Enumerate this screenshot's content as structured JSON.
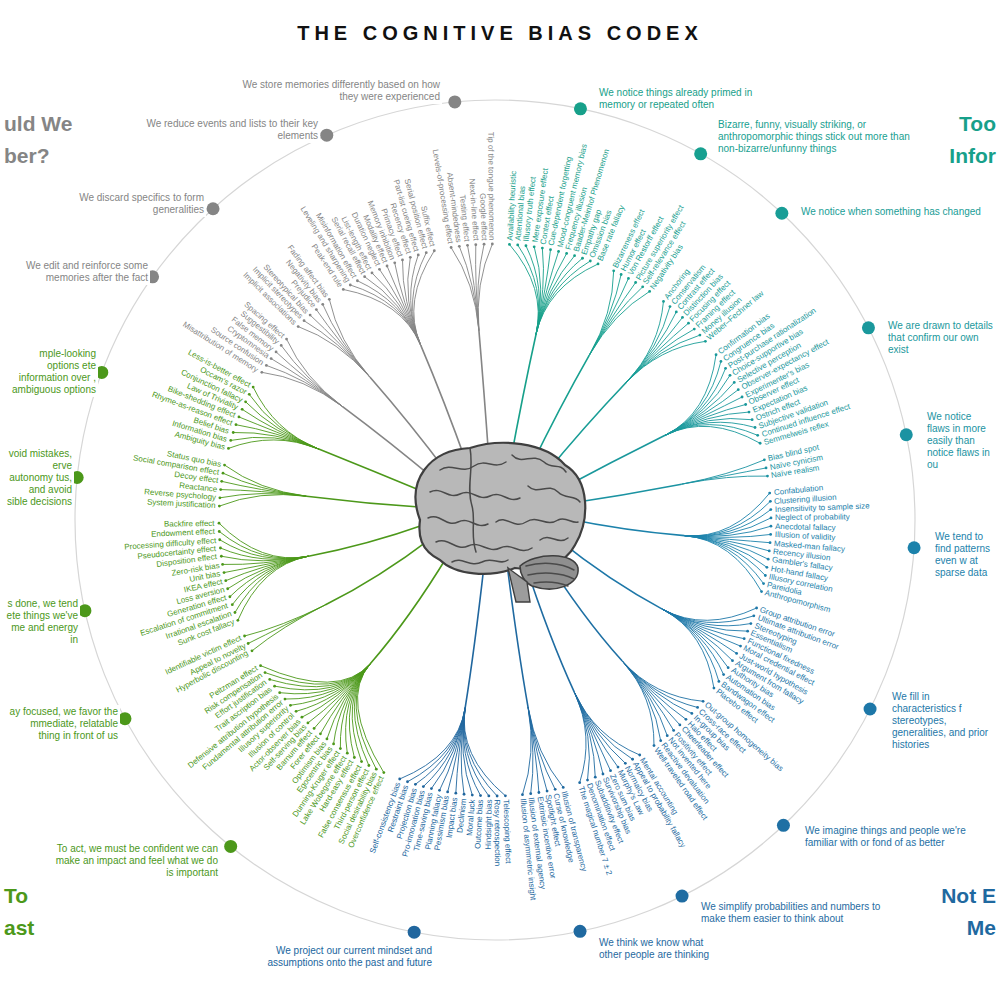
{
  "diagram": {
    "title": "THE COGNITIVE BIAS CODEX",
    "nodes": [
      {
        "text": [
          "We notice things already primed in memory or repeated often"
        ]
      },
      {
        "text": [
          "Bizarre, funny, visually striking, or anthropomorphic things stick out more than non-bizarre/unfunny things"
        ]
      },
      {
        "text": [
          "We notice when something has changed"
        ]
      },
      {
        "text": [
          "We are drawn to details that confirm our own exist"
        ]
      },
      {
        "text": [
          "We notice flaws in more easily than notice flaws in ou"
        ]
      },
      {
        "text": [
          "We tend to find patterns even w at sparse data"
        ]
      },
      {
        "text": [
          "We fill in characteristics f stereotypes, generalities, and prior histories"
        ]
      },
      {
        "text": [
          "We imagine things and people we're familiar with or fond of as better"
        ]
      },
      {
        "text": [
          "We simplify probabilities and numbers to make them easier to think about"
        ]
      },
      {
        "text": [
          "We think we know what other people are thinking"
        ]
      },
      {
        "text": [
          "We project our current mindset and assumptions onto the past and future"
        ]
      },
      {
        "text": [
          "To act, we must be confident we can make an impact and feel what we do is important"
        ]
      },
      {
        "text": [
          "ay focused, we favor the mmediate, relatable thing in front of us"
        ]
      },
      {
        "text": [
          "s done, we tend ete things we've me and energy in"
        ]
      },
      {
        "text": [
          "void mistakes, erve autonomy tus, and avoid sible decisions"
        ]
      },
      {
        "text": [
          "mple-looking options ete information over , ambiguous options"
        ]
      },
      {
        "text": [
          "We edit and reinforce some memories after the fact"
        ]
      },
      {
        "text": [
          "We discard specifics to form generalities"
        ]
      },
      {
        "text": [
          "We reduce events and lists to their key elements"
        ]
      },
      {
        "text": [
          "We store memories differently based on how they were experienced"
        ]
      }
    ],
    "labels": [
      "Too Infor",
      "Not E Me",
      "To ast",
      "uld We ber?",
      "Availability heuristic",
      "Attentional bias",
      "Illusory truth effect",
      "Mere exposure effect",
      "Context effect",
      "Cue-dependent forgetting",
      "Mood-congruent memory bias",
      "Frequency illusion",
      "Baader-Meinhof Phenomenon",
      "Empathy gap",
      "Omission bias",
      "Base rate fallacy",
      "Bizarreness effect",
      "Humor effect",
      "Von Restorff effect",
      "Picture superiority effect",
      "Self-relevance effect",
      "Negativity bias",
      "Anchoring",
      "Conservatism",
      "Contrast effect",
      "Distinction bias",
      "Focusing effect",
      "Framing effect",
      "Money illusion",
      "Weber–Fechner law",
      "Confirmation bias",
      "Congruence bias",
      "Post-purchase rationalization",
      "Choice-supportive bias",
      "Selective perception",
      "Observer-expectancy effect",
      "Experimenter's bias",
      "Observer effect",
      "Expectation bias",
      "Ostrich effect",
      "Subjective validation",
      "Continued influence effect",
      "Semmelweis reflex",
      "Bias blind spot",
      "Naïve cynicism",
      "Naïve realism",
      "Confabulation",
      "Clustering illusion",
      "Insensitivity to sample size",
      "Neglect of probability",
      "Anecdotal fallacy",
      "Illusion of validity",
      "Masked-man fallacy",
      "Recency illusion",
      "Gambler's fallacy",
      "Hot-hand fallacy",
      "Illusory correlation",
      "Pareidolia",
      "Anthropomorphism",
      "Group attribution error",
      "Ultimate attribution error",
      "Stereotyping",
      "Essentialism",
      "Functional fixedness",
      "Moral credential effect",
      "Just-world hypothesis",
      "Argument from fallacy",
      "Authority bias",
      "Automation bias",
      "Bandwagon effect",
      "Placebo effect",
      "Out-group homogeneity bias",
      "Cross-race effect",
      "In-group bias",
      "Halo effect",
      "Cheerleader effect",
      "Positivity effect",
      "Not invented here",
      "Reactive devaluation",
      "Well-traveled road effect",
      "Mental accounting",
      "Appeal to probability fallacy",
      "Normalcy bias",
      "Murphy's Law",
      "Zero sum bias",
      "Survivorship bias",
      "Subadditivity effect",
      "Denomination effect",
      "The magical number 7 ± 2",
      "Illusion of transparency",
      "Curse of knowledge",
      "Spotlight effect",
      "Extrinsic incentive error",
      "Illusion of external agency",
      "Illusion of asymmetric insight",
      "Telescoping effect",
      "Rosy retrospection",
      "Hindsight bias",
      "Outcome bias",
      "Moral luck",
      "Declinism",
      "Impact bias",
      "Pessimism bias",
      "Planning fallacy",
      "Time-saving bias",
      "Pro-innovation bias",
      "Projection bias",
      "Restraint bias",
      "Self-consistency bias",
      "Overconfidence effect",
      "Social desirability bias",
      "Third-person effect",
      "False consensus effect",
      "Hard-easy effect",
      "Lake Wobegone effect",
      "Dunning-Kruger effect",
      "Egocentric bias",
      "Optimism bias",
      "Forer effect",
      "Barnum effect",
      "Self-serving bias",
      "Actor-observer bias",
      "Illusion of control",
      "Illusory superiority",
      "Fundamental attribution error",
      "Defensive attribution hypothesis",
      "Trait ascription bias",
      "Effort justification",
      "Risk compensation",
      "Peltzman effect",
      "Hyperbolic discounting",
      "Appeal to novelty",
      "Identifiable victim effect",
      "Sunk cost fallacy",
      "Irrational escalation",
      "Escalation of commitment",
      "Generation effect",
      "Loss aversion",
      "IKEA effect",
      "Unit bias",
      "Zero-risk bias",
      "Disposition effect",
      "Pseudocertainty effect",
      "Processing difficulty effect",
      "Endowment effect",
      "Backfire effect",
      "System justification",
      "Reverse psychology",
      "Reactance",
      "Decoy effect",
      "Social comparison effect",
      "Status quo bias",
      "Ambiguity bias",
      "Information bias",
      "Belief bias",
      "Rhyme-as-reason effect",
      "Bike-shedding effect",
      "Law of Triviality",
      "Conjunction fallacy",
      "Occam's razor",
      "Less-is-better effect",
      "Misattribution of memory",
      "Source confusion",
      "Cryptomnesia",
      "False memory",
      "Suggestibility",
      "Spacing effect",
      "Implicit associations",
      "Implicit stereotypes",
      "Stereotypical bias",
      "Prejudice",
      "Negativity bias",
      "Fading affect bias",
      "Peak-end rule",
      "Leveling and sharpening",
      "Misinformation effect",
      "Serial recall effect",
      "List-length effect",
      "Duration neglect",
      "Modality effect",
      "Memory inhibition",
      "Primacy effect",
      "Recency effect",
      "Part-list cueing effect",
      "Serial position effect",
      "Suffix effect",
      "Levels-of-processing effect",
      "Absent-mindedness",
      "Testing effect",
      "Next-in-line effect",
      "Google effect",
      "Tip of the tongue phenomenon"
    ]
  }
}
